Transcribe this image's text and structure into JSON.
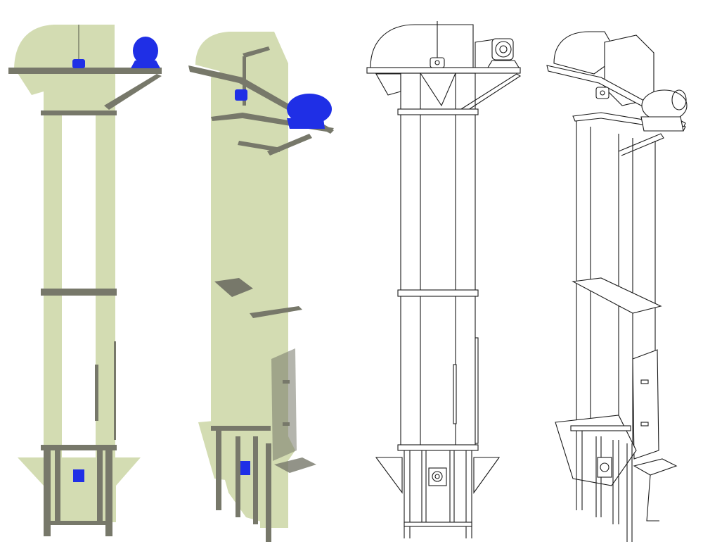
{
  "illustration": {
    "views": [
      {
        "id": "front",
        "style": "colored"
      },
      {
        "id": "isometric",
        "style": "colored"
      },
      {
        "id": "front",
        "style": "line-art"
      },
      {
        "id": "isometric",
        "style": "line-art"
      }
    ]
  },
  "colors": {
    "background": "#ffffff",
    "body": "#d3dcb2",
    "frame": "#77786a",
    "accent": "#1f2fe6",
    "line": "#1a1a1a"
  },
  "icons": [
    "drive-motor-icon",
    "bearing-block-icon",
    "inspection-door-icon",
    "boot-pulley-icon"
  ]
}
